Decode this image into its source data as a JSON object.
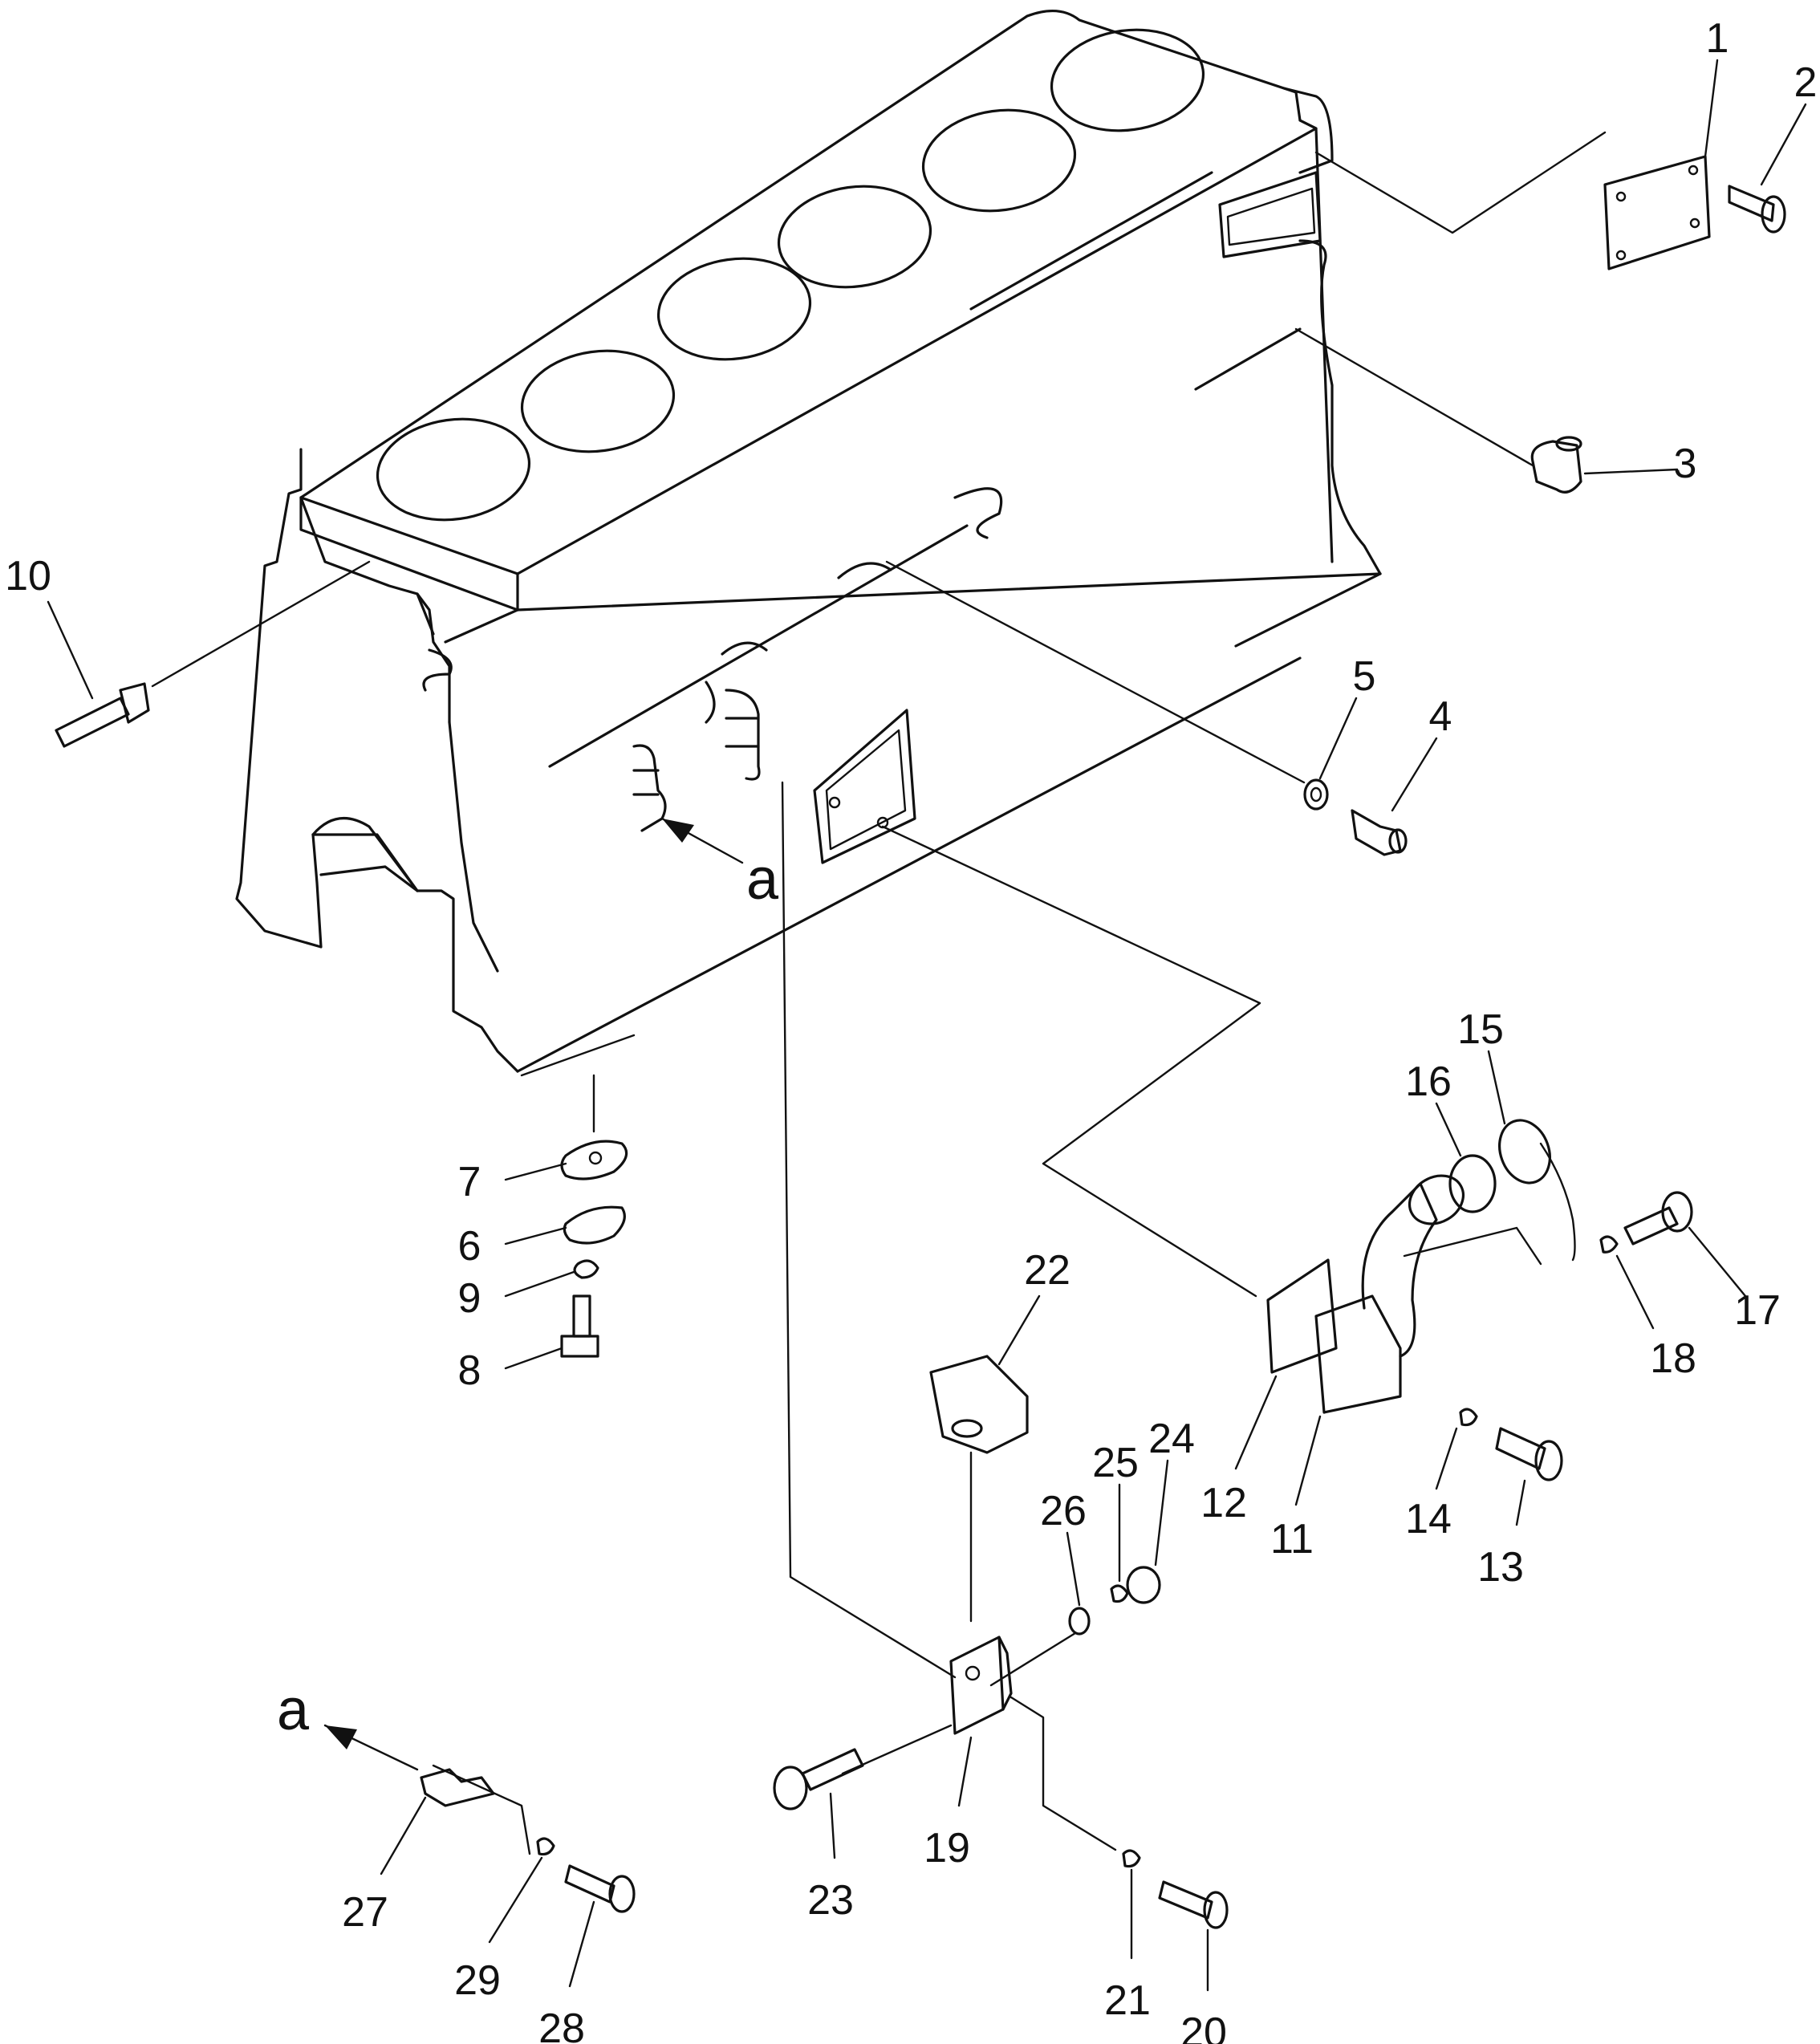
{
  "diagram": {
    "part_numbers": [
      "1",
      "2",
      "3",
      "4",
      "5",
      "6",
      "7",
      "8",
      "9",
      "10",
      "11",
      "12",
      "13",
      "14",
      "15",
      "16",
      "17",
      "18",
      "19",
      "20",
      "21",
      "22",
      "23",
      "24",
      "25",
      "26",
      "27",
      "28",
      "29"
    ],
    "view_marker": "a"
  }
}
